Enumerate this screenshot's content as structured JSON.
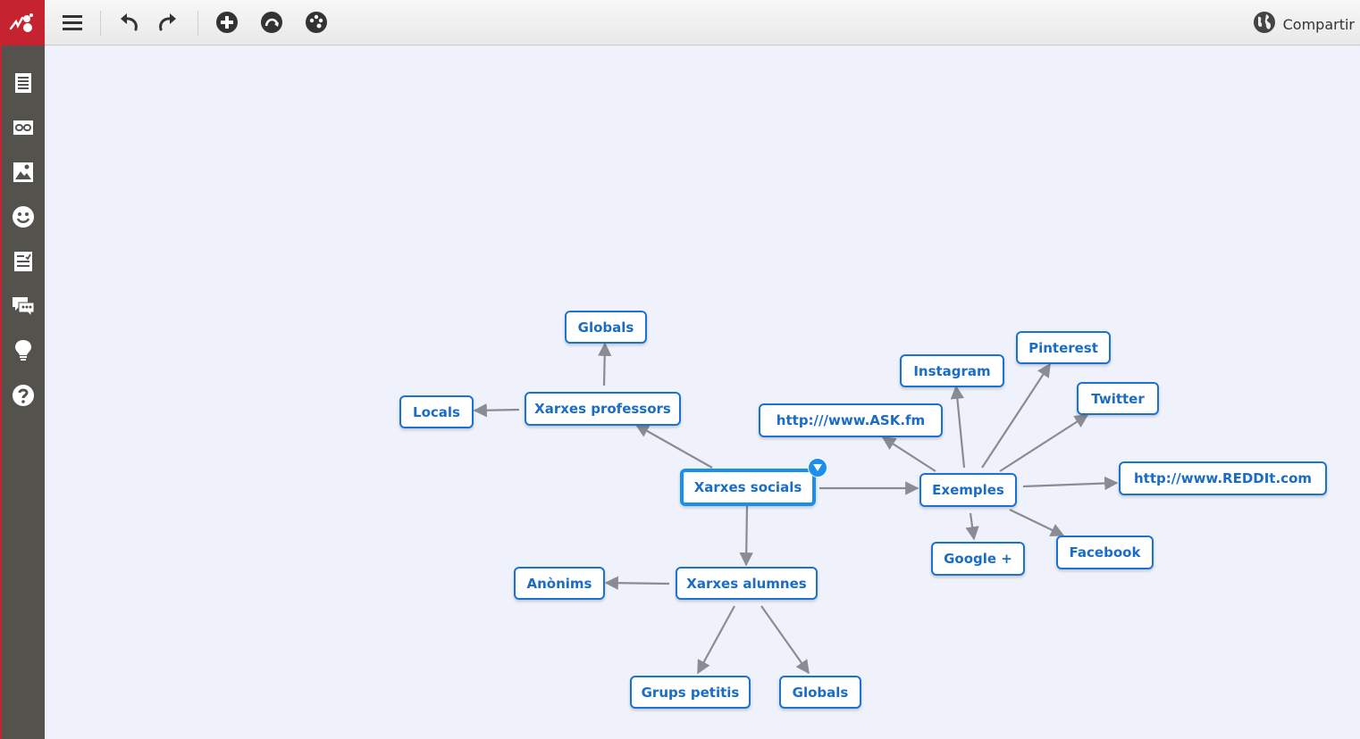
{
  "toolbar": {
    "share_label": "Compartir"
  },
  "icons": {
    "logo": "mindomo-logo-icon",
    "menu": "hamburger-menu-icon",
    "undo": "undo-icon",
    "redo": "redo-icon",
    "add": "add-topic-icon",
    "relation": "relationship-icon",
    "theme": "palette-icon",
    "share": "globe-icon"
  },
  "sidebar": {
    "items": [
      "notes-icon",
      "link-icon",
      "image-icon",
      "smiley-icon",
      "task-icon",
      "comments-icon",
      "idea-icon",
      "help-icon"
    ]
  },
  "colors": {
    "accent": "#1a73d0",
    "central_border": "#1a8ff0",
    "edge": "#8a8c94",
    "brand": "#c52330",
    "sidebar_bg": "#54524c",
    "canvas_bg": "#eff2fa"
  },
  "map": {
    "central": "Xarxes socials",
    "nodes": {
      "profes": "Xarxes professors",
      "profes_globals": "Globals",
      "profes_locals": "Locals",
      "alumnes": "Xarxes alumnes",
      "anonims": "Anònims",
      "grups": "Grups petitis",
      "alumnes_globals": "Globals",
      "exemples": "Exemples",
      "instagram": "Instagram",
      "pinterest": "Pinterest",
      "twitter": "Twitter",
      "ask": "http:///www.ASK.fm",
      "reddit": "http://www.REDDIt.com",
      "google": "Google +",
      "facebook": "Facebook"
    }
  }
}
